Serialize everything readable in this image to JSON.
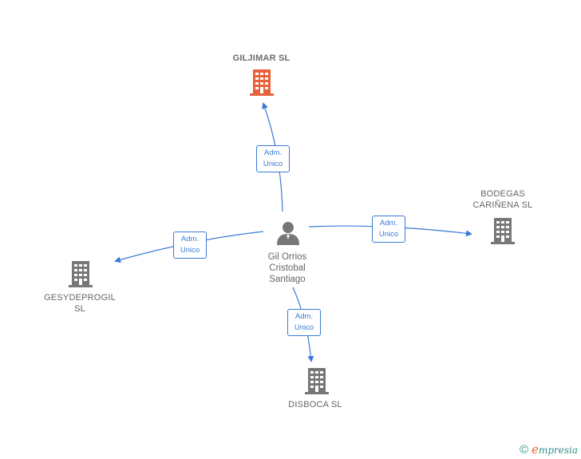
{
  "person": {
    "name": "Gil Orrios\nCristobal\nSantiago",
    "icon": "person-icon"
  },
  "companies": [
    {
      "id": "giljimar",
      "label": "GILJIMAR  SL",
      "color": "#e8613a",
      "highlighted": true
    },
    {
      "id": "bodegas",
      "label": "BODEGAS\nCARIÑENA  SL",
      "color": "#777777",
      "highlighted": false
    },
    {
      "id": "gesydeprogil",
      "label": "GESYDEPROGIL\nSL",
      "color": "#777777",
      "highlighted": false
    },
    {
      "id": "disboca",
      "label": "DISBOCA SL",
      "color": "#777777",
      "highlighted": false
    }
  ],
  "relations": [
    {
      "to": "giljimar",
      "role": "Adm.\nUnico"
    },
    {
      "to": "bodegas",
      "role": "Adm.\nUnico"
    },
    {
      "to": "gesydeprogil",
      "role": "Adm.\nUnico"
    },
    {
      "to": "disboca",
      "role": "Adm.\nUnico"
    }
  ],
  "colors": {
    "edge": "#3a7bd5",
    "accent": "#e8613a",
    "building": "#777777"
  },
  "footer": {
    "copyright": "©",
    "brand_initial": "e",
    "brand_rest": "mpresia"
  }
}
